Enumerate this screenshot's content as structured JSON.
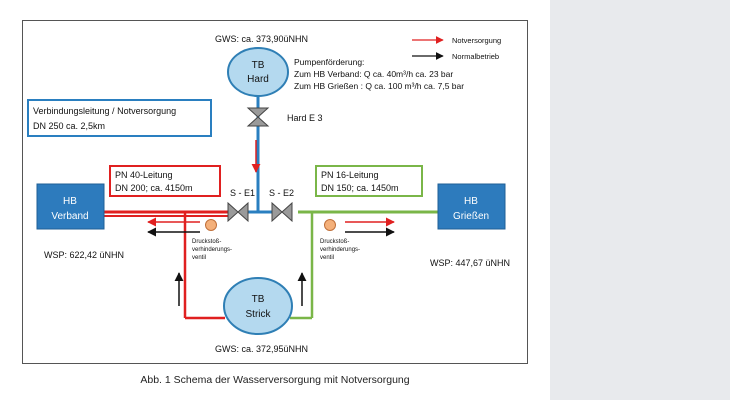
{
  "caption": "Abb. 1 Schema der Wasserversorgung mit Notversorgung",
  "legend": {
    "emergency": "Notversorgung",
    "normal": "Normalbetrieb"
  },
  "labels": {
    "gws_top": "GWS: ca. 373,90üNHN",
    "gws_bottom": "GWS: ca. 372,95üNHN",
    "pump_title": "Pumpenförderung:",
    "pump_line1": "Zum HB Verband: Q ca.    40m³/h ca. 23 bar",
    "pump_line2": "Zum HB Grießen : Q ca. 100 m³/h ca. 7,5 bar",
    "hard_e3": "Hard E 3",
    "valve_left": "S - E1",
    "valve_right": "S - E2",
    "wsp_left": "WSP: 622,42 üNHN",
    "wsp_right": "WSP: 447,67 üNHN",
    "surge_valve": [
      "Druckstoß-",
      "verhinderungs-",
      "ventil"
    ]
  },
  "boxes": {
    "link_line": [
      "Verbindungsleitung / Notversorgung",
      "DN 250 ca. 2,5km"
    ],
    "pn40": [
      "PN 40-Leitung",
      "DN 200; ca. 4150m"
    ],
    "pn16": [
      "PN 16-Leitung",
      "DN 150; ca. 1450m"
    ]
  },
  "nodes": {
    "tb_hard": [
      "TB",
      "Hard"
    ],
    "tb_strick": [
      "TB",
      "Strick"
    ],
    "hb_verband": [
      "HB",
      "Verband"
    ],
    "hb_griessen": [
      "HB",
      "Grießen"
    ]
  },
  "colors": {
    "emergency_red": "#e02020",
    "pipe_green": "#7ab648",
    "link_blue": "#2a7fc0",
    "node_fill": "#b4d9ef",
    "node_stroke": "#2f7fb5",
    "hb_fill": "#2d7bbd",
    "valve_fill": "#9a9a9a",
    "surge_fill": "#f4b07a"
  }
}
